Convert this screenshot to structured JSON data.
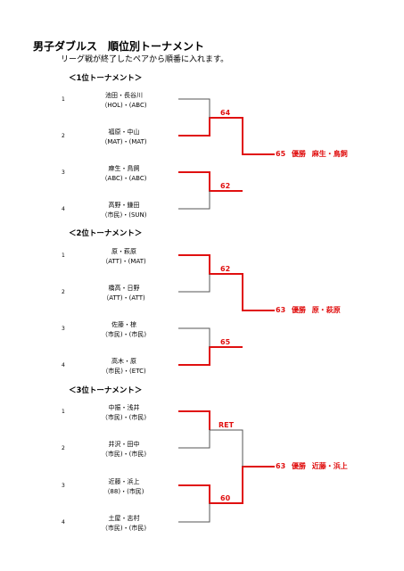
{
  "title": "男子ダブルス　順位別トーナメント",
  "subtitle": "リーグ戦が終了したペアから順番に入れます。",
  "colors": {
    "win": "#e01010",
    "line": "#555555"
  },
  "sections": [
    {
      "title": "＜1位トーナメント＞",
      "entries": [
        {
          "seed": "1",
          "names": "池田・長谷川",
          "teams": "（HOL)・(ABC)"
        },
        {
          "seed": "2",
          "names": "福原・中山",
          "teams": "（MAT)・(MAT)"
        },
        {
          "seed": "3",
          "names": "麻生・鳥飼",
          "teams": "（ABC)・(ABC)"
        },
        {
          "seed": "4",
          "names": "高野・鎌田",
          "teams": "（市民)・(SUN)"
        }
      ],
      "semi_scores": [
        "64",
        "62"
      ],
      "final": {
        "score": "65",
        "label": "優勝",
        "winner": "麻生・鳥飼"
      }
    },
    {
      "title": "＜2位トーナメント＞",
      "entries": [
        {
          "seed": "1",
          "names": "原・萩原",
          "teams": "（ATT)・(MAT)"
        },
        {
          "seed": "2",
          "names": "橋高・日野",
          "teams": "（ATT)・(ATT)"
        },
        {
          "seed": "3",
          "names": "佐藤・椋",
          "teams": "（市民)・(市民)"
        },
        {
          "seed": "4",
          "names": "高木・原",
          "teams": "（市民)・(ETC)"
        }
      ],
      "semi_scores": [
        "62",
        "65"
      ],
      "final": {
        "score": "63",
        "label": "優勝",
        "winner": "原・萩原"
      }
    },
    {
      "title": "＜3位トーナメント＞",
      "entries": [
        {
          "seed": "1",
          "names": "中振・浅井",
          "teams": "（市民)・(市民)"
        },
        {
          "seed": "2",
          "names": "井沢・田中",
          "teams": "（市民)・(市民)"
        },
        {
          "seed": "3",
          "names": "近藤・浜上",
          "teams": "（88)・(市民)"
        },
        {
          "seed": "4",
          "names": "土屋・志村",
          "teams": "（市民)・(市民)"
        }
      ],
      "semi_scores": [
        "RET",
        "60"
      ],
      "final": {
        "score": "63",
        "label": "優勝",
        "winner": "近藤・浜上"
      }
    }
  ]
}
